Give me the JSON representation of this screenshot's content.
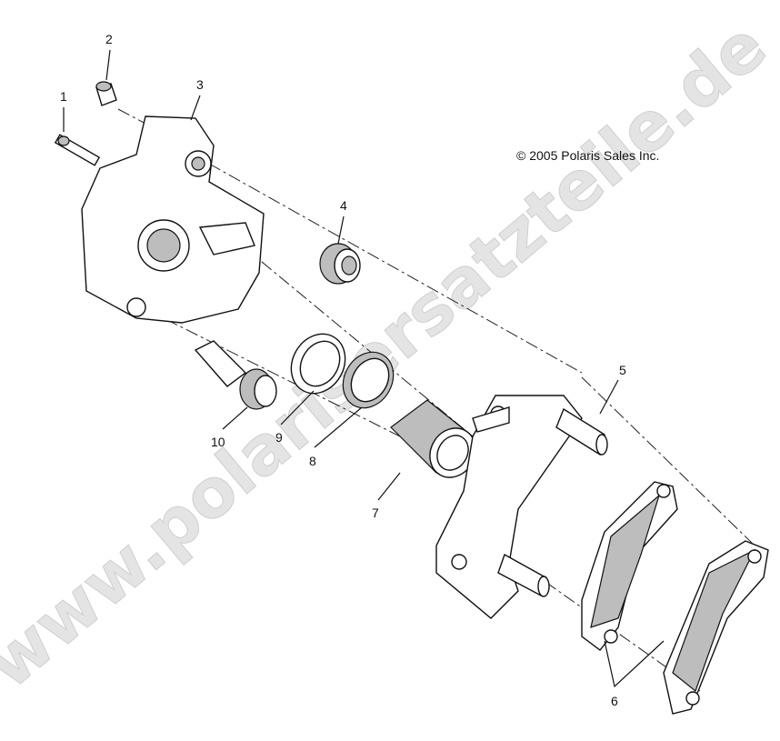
{
  "copyright": "© 2005 Polaris Sales Inc.",
  "watermark": "www.polarisersatzteile.de",
  "callouts": [
    "1",
    "2",
    "3",
    "4",
    "5",
    "6",
    "7",
    "8",
    "9",
    "10"
  ]
}
